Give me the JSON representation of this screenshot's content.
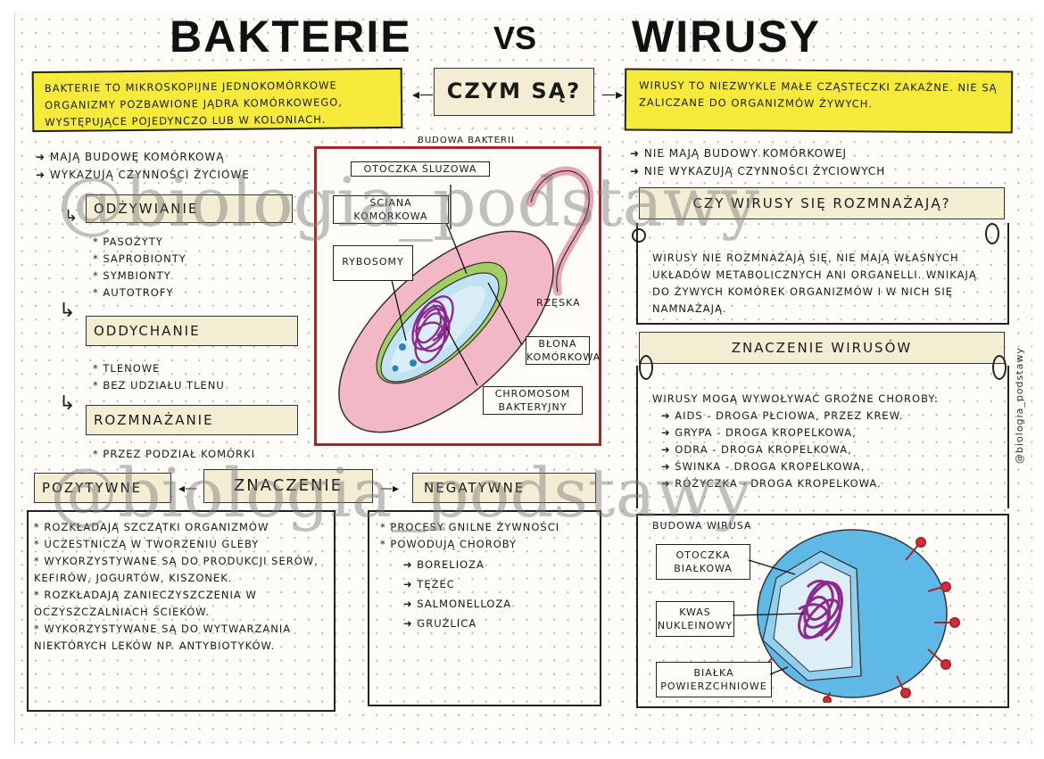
{
  "header": {
    "title_left": "BAKTERIE",
    "vs": "VS",
    "title_right": "WIRUSY"
  },
  "center_question": "CZYM SĄ?",
  "bacteria_def": "BAKTERIE TO MIKROSKOPIJNE JEDNOKOMÓRKOWE ORGANIZMY POZBAWIONE JĄDRA KOMÓRKOWEGO, WYSTĘPUJĄCE POJEDYNCZO LUB W KOLONIACH.",
  "virus_def": "WIRUSY TO NIEZWYKLE MAŁE CZĄSTECZKI ZAKAŹNE. NIE SĄ ZALICZANE DO ORGANIZMÓW ŻYWYCH.",
  "bacteria_traits": [
    "MAJĄ BUDOWĘ KOMÓRKOWĄ",
    "WYKAZUJĄ CZYNNOŚCI ŻYCIOWE"
  ],
  "nutrition": {
    "title": "ODŻYWIANIE",
    "items": [
      "* PASOŻYTY",
      "* SAPROBIONTY",
      "* SYMBIONTY",
      "* AUTOTROFY"
    ]
  },
  "respiration": {
    "title": "ODDYCHANIE",
    "items": [
      "* TLENOWE",
      "* BEZ UDZIAŁU TLENU"
    ]
  },
  "reproduction": {
    "title": "ROZMNAŻANIE",
    "items": [
      "* PRZEZ PODZIAŁ KOMÓRKI"
    ]
  },
  "bacteria_diagram": {
    "title": "BUDOWA BAKTERII",
    "labels": {
      "capsule": "OTOCZKA ŚLUZOWA",
      "wall": "ŚCIANA KOMÓRKOWA",
      "ribosomes": "RYBOSOMY",
      "flagellum": "RZĘSKA",
      "membrane": "BŁONA KOMÓRKOWA",
      "chromosome": "CHROMOSOM BAKTERYJNY"
    }
  },
  "virus_traits": [
    "NIE MAJĄ BUDOWY KOMÓRKOWEJ",
    "NIE WYKAZUJĄ CZYNNOŚCI ŻYCIOWYCH"
  ],
  "virus_reproduce": {
    "title": "CZY WIRUSY SIĘ ROZMNAŻAJĄ?",
    "text": "WIRUSY NIE ROZMNAŻAJĄ SIĘ, NIE MAJĄ WŁASNYCH UKŁADÓW METABOLICZNYCH ANI ORGANELLI. WNIKAJĄ DO ŻYWYCH KOMÓREK ORGANIZMÓW I W NICH SIĘ NAMNAŻAJĄ."
  },
  "virus_significance": {
    "title": "ZNACZENIE WIRUSÓW",
    "intro": "WIRUSY MOGĄ WYWOŁYWAĆ GROŹNE CHOROBY:",
    "items": [
      "AIDS - DROGA PŁCIOWA, PRZEZ KREW.",
      "GRYPA - DROGA KROPELKOWA,",
      "ODRA - DROGA KROPELKOWA,",
      "ŚWINKA - DROGA KROPELKOWA,",
      "RÓŻYCZKA - DROGA KROPELKOWA."
    ]
  },
  "virus_diagram": {
    "title": "BUDOWA WIRUSA",
    "labels": {
      "capsid": "OTOCZKA BIAŁKOWA",
      "nucleic": "KWAS NUKLEINOWY",
      "proteins": "BIAŁKA POWIERZCHNIOWE"
    }
  },
  "significance": {
    "title": "ZNACZENIE",
    "positive_title": "POZYTYWNE",
    "negative_title": "NEGATYWNE",
    "positive_items": [
      "* ROZKŁADAJĄ SZCZĄTKI ORGANIZMÓW",
      "* UCZESTNICZĄ W TWORZENIU GLEBY",
      "* WYKORZYSTYWANE SĄ DO PRODUKCJI SERÓW, KEFIRÓW, JOGURTÓW, KISZONEK.",
      "* ROZKŁADAJĄ ZANIECZYSZCZENIA W OCZYSZCZALNIACH ŚCIEKÓW.",
      "* WYKORZYSTYWANE SĄ DO WYTWARZANIA NIEKTÓRYCH LEKÓW NP. ANTYBIOTYKÓW."
    ],
    "negative_items": [
      "* PROCESY GNILNE ŻYWNOŚCI",
      "* POWODUJĄ CHOROBY"
    ],
    "diseases": [
      "BORELIOZA",
      "TĘŻEC",
      "SALMONELLOZA",
      "GRUŹLICA"
    ]
  },
  "watermark": "@biologia_podstawy",
  "signature": "@biologia_podstawy",
  "colors": {
    "yellow": "#f6eb3a",
    "beige": "#f2edd3",
    "bacteria_pink": "#f2b8c6",
    "virus_blue": "#5fb9e6",
    "dna_purple": "#8e2a8f",
    "frame_red": "#a8262b"
  }
}
